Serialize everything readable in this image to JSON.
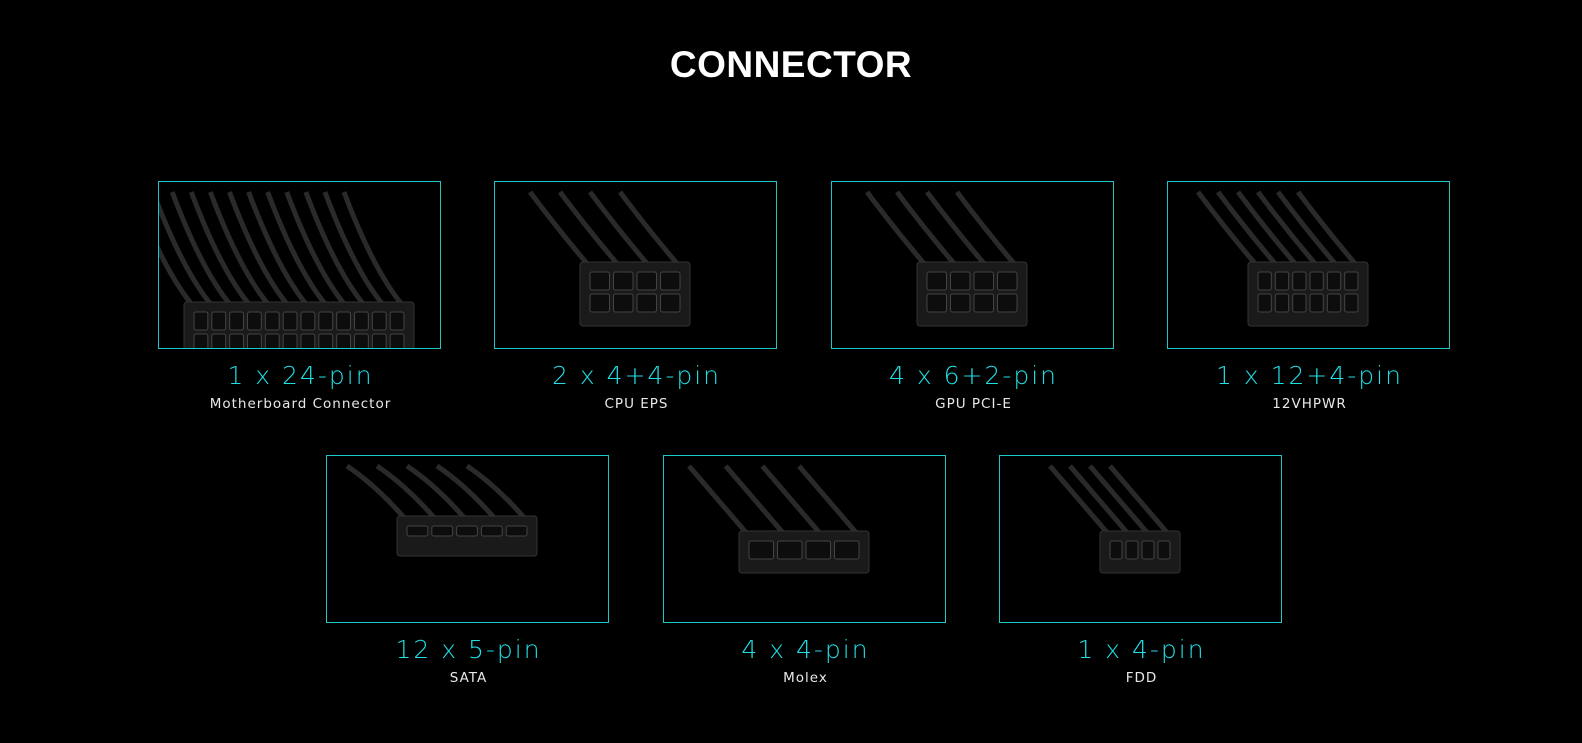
{
  "title": "CONNECTOR",
  "connectors": [
    {
      "count": "1 x 24-pin",
      "label": "Motherboard Connector"
    },
    {
      "count": "2 x 4+4-pin",
      "label": "CPU EPS"
    },
    {
      "count": "4 x 6+2-pin",
      "label": "GPU PCI-E"
    },
    {
      "count": "1 x 12+4-pin",
      "label": "12VHPWR"
    },
    {
      "count": "12 x 5-pin",
      "label": "SATA"
    },
    {
      "count": "4 x 4-pin",
      "label": "Molex"
    },
    {
      "count": "1 x 4-pin",
      "label": "FDD"
    }
  ],
  "colors": {
    "accent": "#1fe0e6",
    "border": "#1ec8c8",
    "background": "#000000"
  }
}
